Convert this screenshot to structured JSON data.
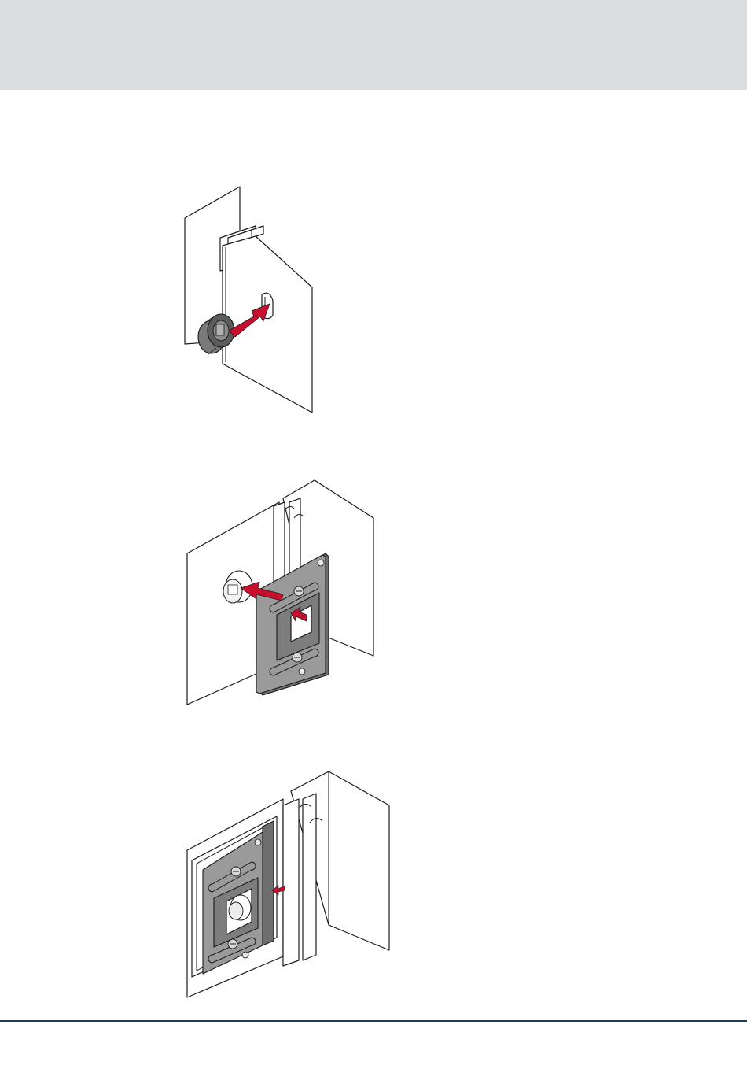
{
  "colors": {
    "header_band": "#dcdde1",
    "footer_rule": "#1f3b5c",
    "arrow": "#c8102e",
    "part_gray": "#9a9a9a",
    "part_dark": "#5d5d5d",
    "line": "#1a1a1a"
  },
  "figures": [
    {
      "name": "step-1-insert-bushing",
      "arrow": "red-arrow-icon"
    },
    {
      "name": "step-2-attach-plate",
      "arrow": "red-arrow-icon"
    },
    {
      "name": "step-3-mounted-plate",
      "arrow": "red-arrow-icon"
    }
  ]
}
